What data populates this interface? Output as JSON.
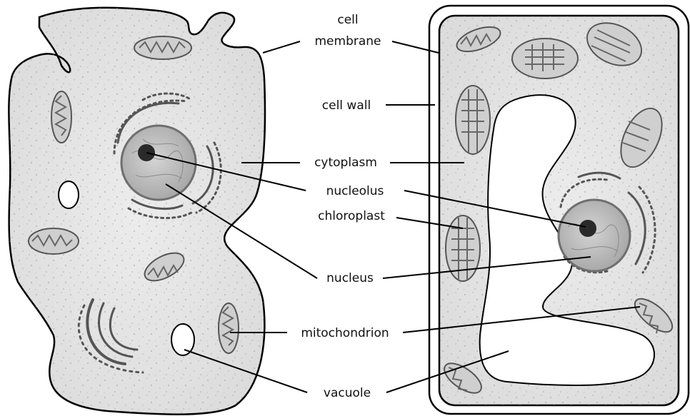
{
  "labels": {
    "cell_membrane_line1": "cell",
    "cell_membrane_line2": "membrane",
    "cell_wall": "cell wall",
    "cytoplasm": "cytoplasm",
    "nucleolus": "nucleolus",
    "chloroplast": "chloroplast",
    "nucleus": "nucleus",
    "mitochondrion": "mitochondrion",
    "vacuole": "vacuole"
  },
  "colors": {
    "cytoplasm_fill": "#e6e6e6",
    "organelle_fill": "#cfcfcf",
    "nucleus_fill": "#bdbdbd",
    "nucleolus_fill": "#2a2a2a",
    "outline": "#000000",
    "background": "#ffffff"
  }
}
